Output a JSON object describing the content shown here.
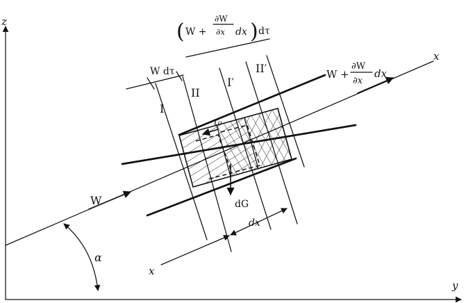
{
  "diagram": {
    "axes": {
      "z_label": "z",
      "y_label": "y",
      "x_label": "x",
      "angle_label": "α"
    },
    "flow": {
      "inlet_label": "W",
      "outlet_label_left": "W +",
      "outlet_partial_top": "∂W",
      "outlet_partial_bottom": "∂x",
      "outlet_tail": "dx"
    },
    "sections": {
      "s1": "I",
      "s2": "II",
      "s3": "I′",
      "s4": "II′"
    },
    "top_dims": {
      "wd_tau": "W dτ",
      "expr_left": "W +",
      "expr_partial_top": "∂W",
      "expr_partial_bottom": "∂x",
      "expr_tail": "dx",
      "expr_dtau": "dτ",
      "paren_left": "(",
      "paren_right": ")"
    },
    "forces": {
      "shear": "τ₀",
      "weight": "dG"
    },
    "bottom_dims": {
      "dx_label": "dx",
      "x_ref": "x"
    },
    "colors": {
      "ink": "#111111",
      "paper": "#ffffff"
    }
  }
}
